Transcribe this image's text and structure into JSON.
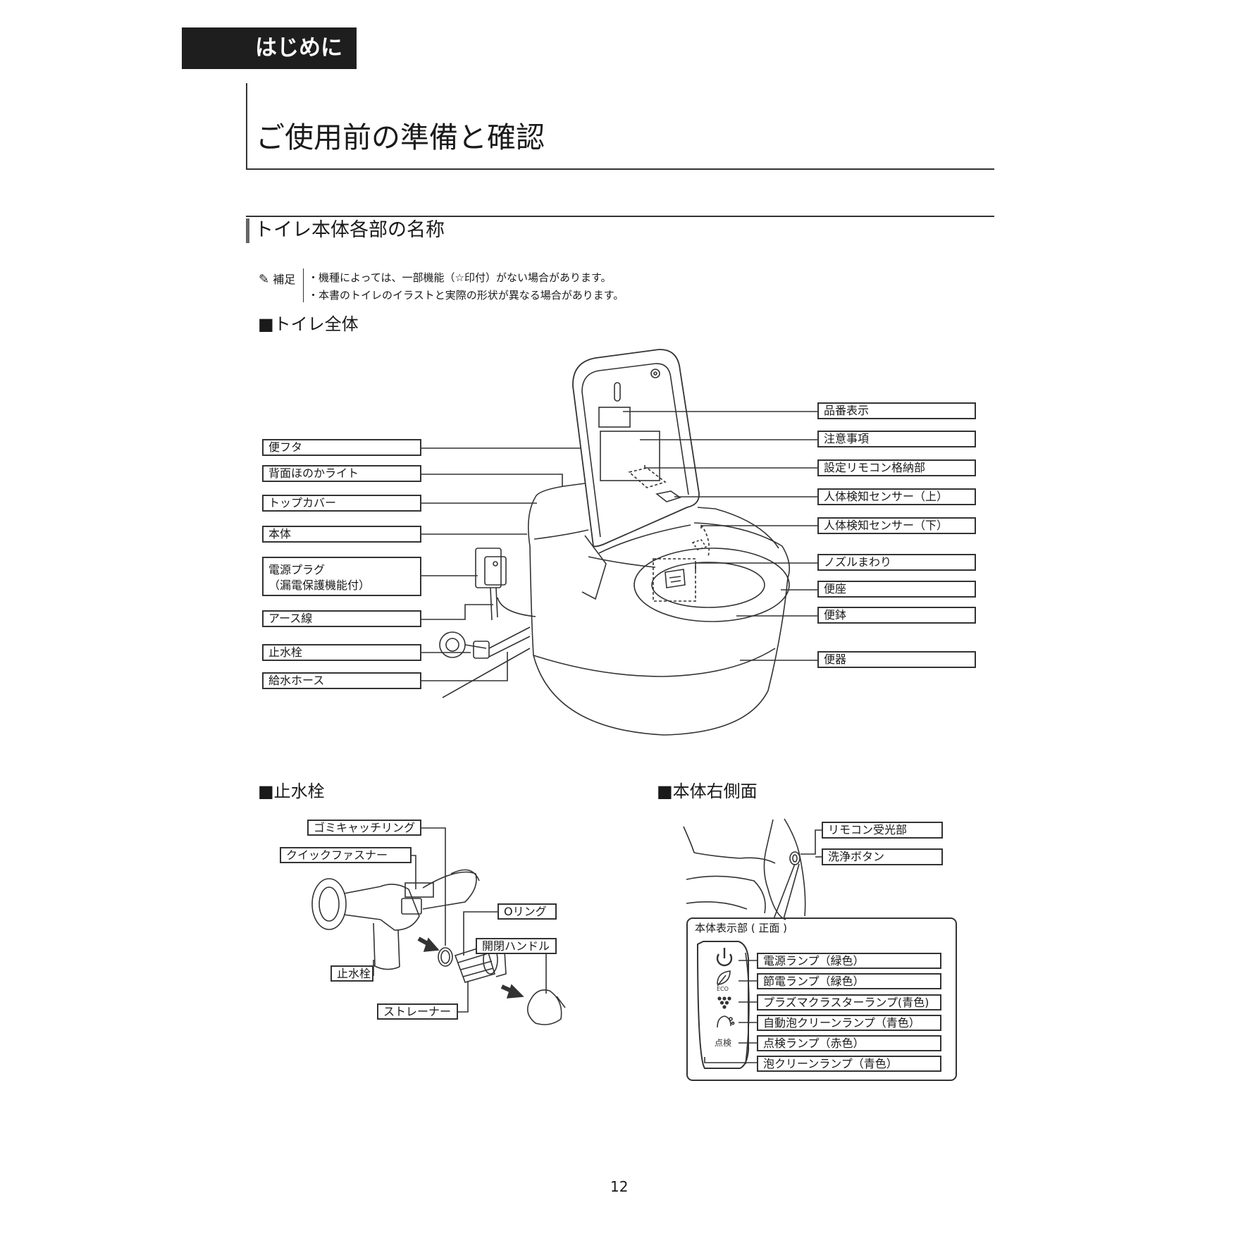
{
  "header": {
    "tab": "はじめに",
    "page_title": "ご使用前の準備と確認",
    "section_title": "トイレ本体各部の名称"
  },
  "note": {
    "label": "補足",
    "lines": [
      "・機種によっては、一部機能（☆印付）がない場合があります。",
      "・本書のトイレのイラストと実際の形状が異なる場合があります。"
    ]
  },
  "toilet": {
    "heading": "■トイレ全体",
    "left_labels": [
      "便フタ",
      "背面ほのかライト",
      "トップカバー",
      "本体",
      "電源プラグ\n（漏電保護機能付）",
      "アース線",
      "止水栓",
      "給水ホース"
    ],
    "right_labels": [
      "品番表示",
      "注意事項",
      "設定リモコン格納部",
      "人体検知センサー（上）",
      "人体検知センサー（下）",
      "ノズルまわり",
      "便座",
      "便鉢",
      "便器"
    ]
  },
  "valve": {
    "heading": "■止水栓",
    "labels": [
      "ゴミキャッチリング",
      "クイックファスナー",
      "Oリング",
      "開閉ハンドル",
      "止水栓",
      "ストレーナー"
    ]
  },
  "side": {
    "heading": "■本体右側面",
    "labels": [
      "リモコン受光部",
      "洗浄ボタン"
    ],
    "panel_title": "本体表示部 ( 正面 )",
    "panel_icons": [
      "power-icon",
      "eco-leaf-icon",
      "grape-cluster-icon",
      "foam-icon",
      "inspection-mark"
    ],
    "panel_icon_text": {
      "eco": "ECO",
      "inspect": "点検"
    },
    "lamps": [
      "電源ランプ（緑色）",
      "節電ランプ（緑色）",
      "プラズマクラスターランプ(青色)",
      "自動泡クリーンランプ（青色）",
      "点検ランプ（赤色）",
      "泡クリーンランプ（青色）"
    ]
  },
  "page_number": "12"
}
